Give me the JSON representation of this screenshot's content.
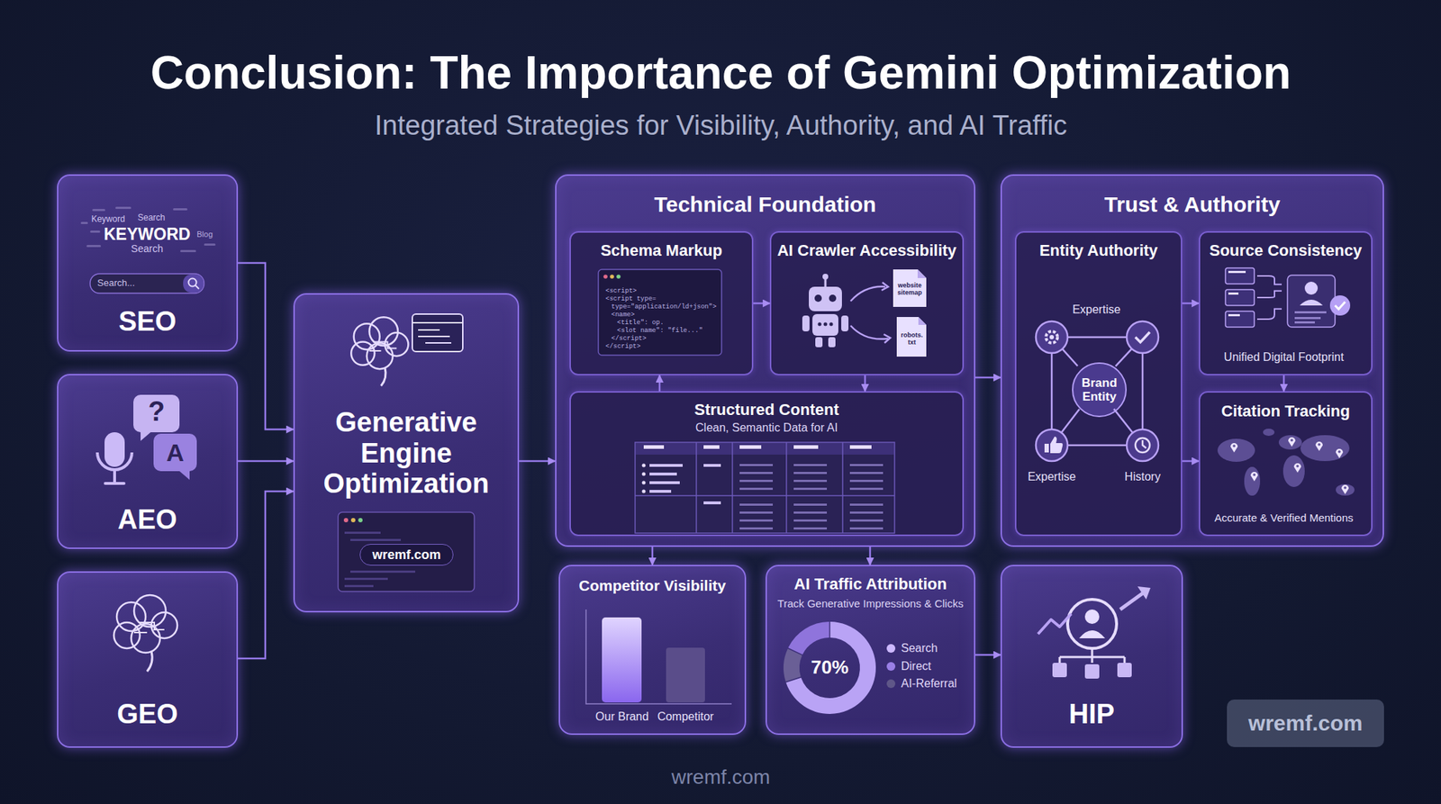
{
  "diagram": {
    "title": "Conclusion: The Importance of Gemini Optimization",
    "caption": "Integrated Strategies for Visibility, Authority, and AI Traffic",
    "nodes": [
      {
        "text": [
          "SEO"
        ]
      },
      {
        "text": [
          "AEO"
        ]
      },
      {
        "text": [
          "GEO"
        ]
      },
      {
        "text": [
          "Generative Engine Optimization"
        ]
      },
      {
        "text": [
          "Technical Foundation"
        ]
      },
      {
        "text": [
          "Schema Markup"
        ],
        "in": 4
      },
      {
        "text": [
          "AI Crawler Accessibility"
        ],
        "in": 4
      },
      {
        "text": [
          "Structured Content",
          "Clean, Semantic Data for AI"
        ],
        "in": 4
      },
      {
        "text": [
          "Trust & Authority"
        ]
      },
      {
        "text": [
          "Entity Authority"
        ],
        "in": 8
      },
      {
        "text": [
          "Brand Entity"
        ],
        "in": 9
      },
      {
        "text": [
          "Source Consistency"
        ],
        "in": 8
      },
      {
        "text": [
          "Citation Tracking"
        ],
        "in": 8
      },
      {
        "text": [
          "Competitor Visibility"
        ]
      },
      {
        "text": [
          "AI Traffic Attribution",
          "Track Generative Impressions & Clicks"
        ]
      },
      {
        "text": [
          "HIP"
        ]
      }
    ],
    "edges": [
      {
        "from": 0,
        "to": 3,
        "arrow": "to"
      },
      {
        "from": 1,
        "to": 3,
        "arrow": "to"
      },
      {
        "from": 2,
        "to": 3,
        "arrow": "to"
      },
      {
        "from": 3,
        "to": 4,
        "arrow": "to"
      },
      {
        "from": 5,
        "to": 6,
        "arrow": "to"
      },
      {
        "from": 7,
        "to": 5,
        "arrow": "to"
      },
      {
        "from": 6,
        "to": 7,
        "arrow": "to"
      },
      {
        "from": 4,
        "to": 8,
        "arrow": "to"
      },
      {
        "from": 9,
        "to": 11,
        "arrow": "to"
      },
      {
        "from": 9,
        "to": 12,
        "arrow": "to"
      },
      {
        "from": 11,
        "to": 12,
        "arrow": "to"
      },
      {
        "from": 4,
        "to": 13,
        "arrow": "to"
      },
      {
        "from": 4,
        "to": 14,
        "arrow": "to"
      },
      {
        "from": 14,
        "to": 15,
        "arrow": "to"
      }
    ],
    "labels": [
      "Keyword",
      "Search",
      "KEYWORD",
      "Blog",
      "Search",
      "Search...",
      "?",
      "A",
      "wremf.com",
      "<script>",
      "<script type=",
      "type=\"application/ld+json\">",
      "<name>",
      "<title\": op.",
      "<slot name\": \"file...\"",
      "</script>",
      "</script>",
      "website sitemap",
      "robots. txt",
      "Expertise",
      "Expertise",
      "History",
      "Unified Digital Footprint",
      "Accurate & Verified Mentions",
      "Our Brand",
      "Competitor",
      "70%",
      "wremf.com",
      "wremf.com"
    ],
    "legend": [
      {
        "text": "Search",
        "color": "#cdb9ff"
      },
      {
        "text": "Direct",
        "color": "#9a7fe6"
      },
      {
        "text": "AI-Referral",
        "color": "#5f5788"
      }
    ]
  }
}
